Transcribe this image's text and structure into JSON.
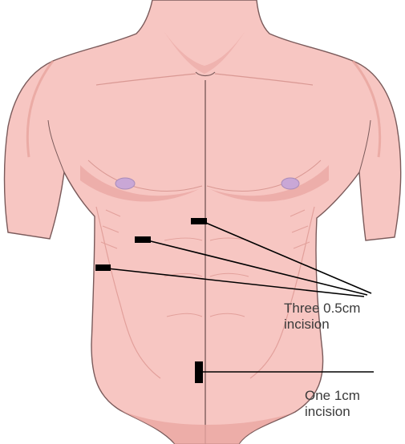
{
  "callouts": {
    "three_small": {
      "line1": "Three 0.5cm",
      "line2": "incision"
    },
    "one_large": {
      "line1": "One 1cm",
      "line2": "incision"
    }
  },
  "colors": {
    "skin": "#f7c6c2",
    "skin_shadow": "#eaa6a1",
    "outline": "#7a5a5a",
    "nipple": "#c9a7d6",
    "incision": "#000000"
  }
}
